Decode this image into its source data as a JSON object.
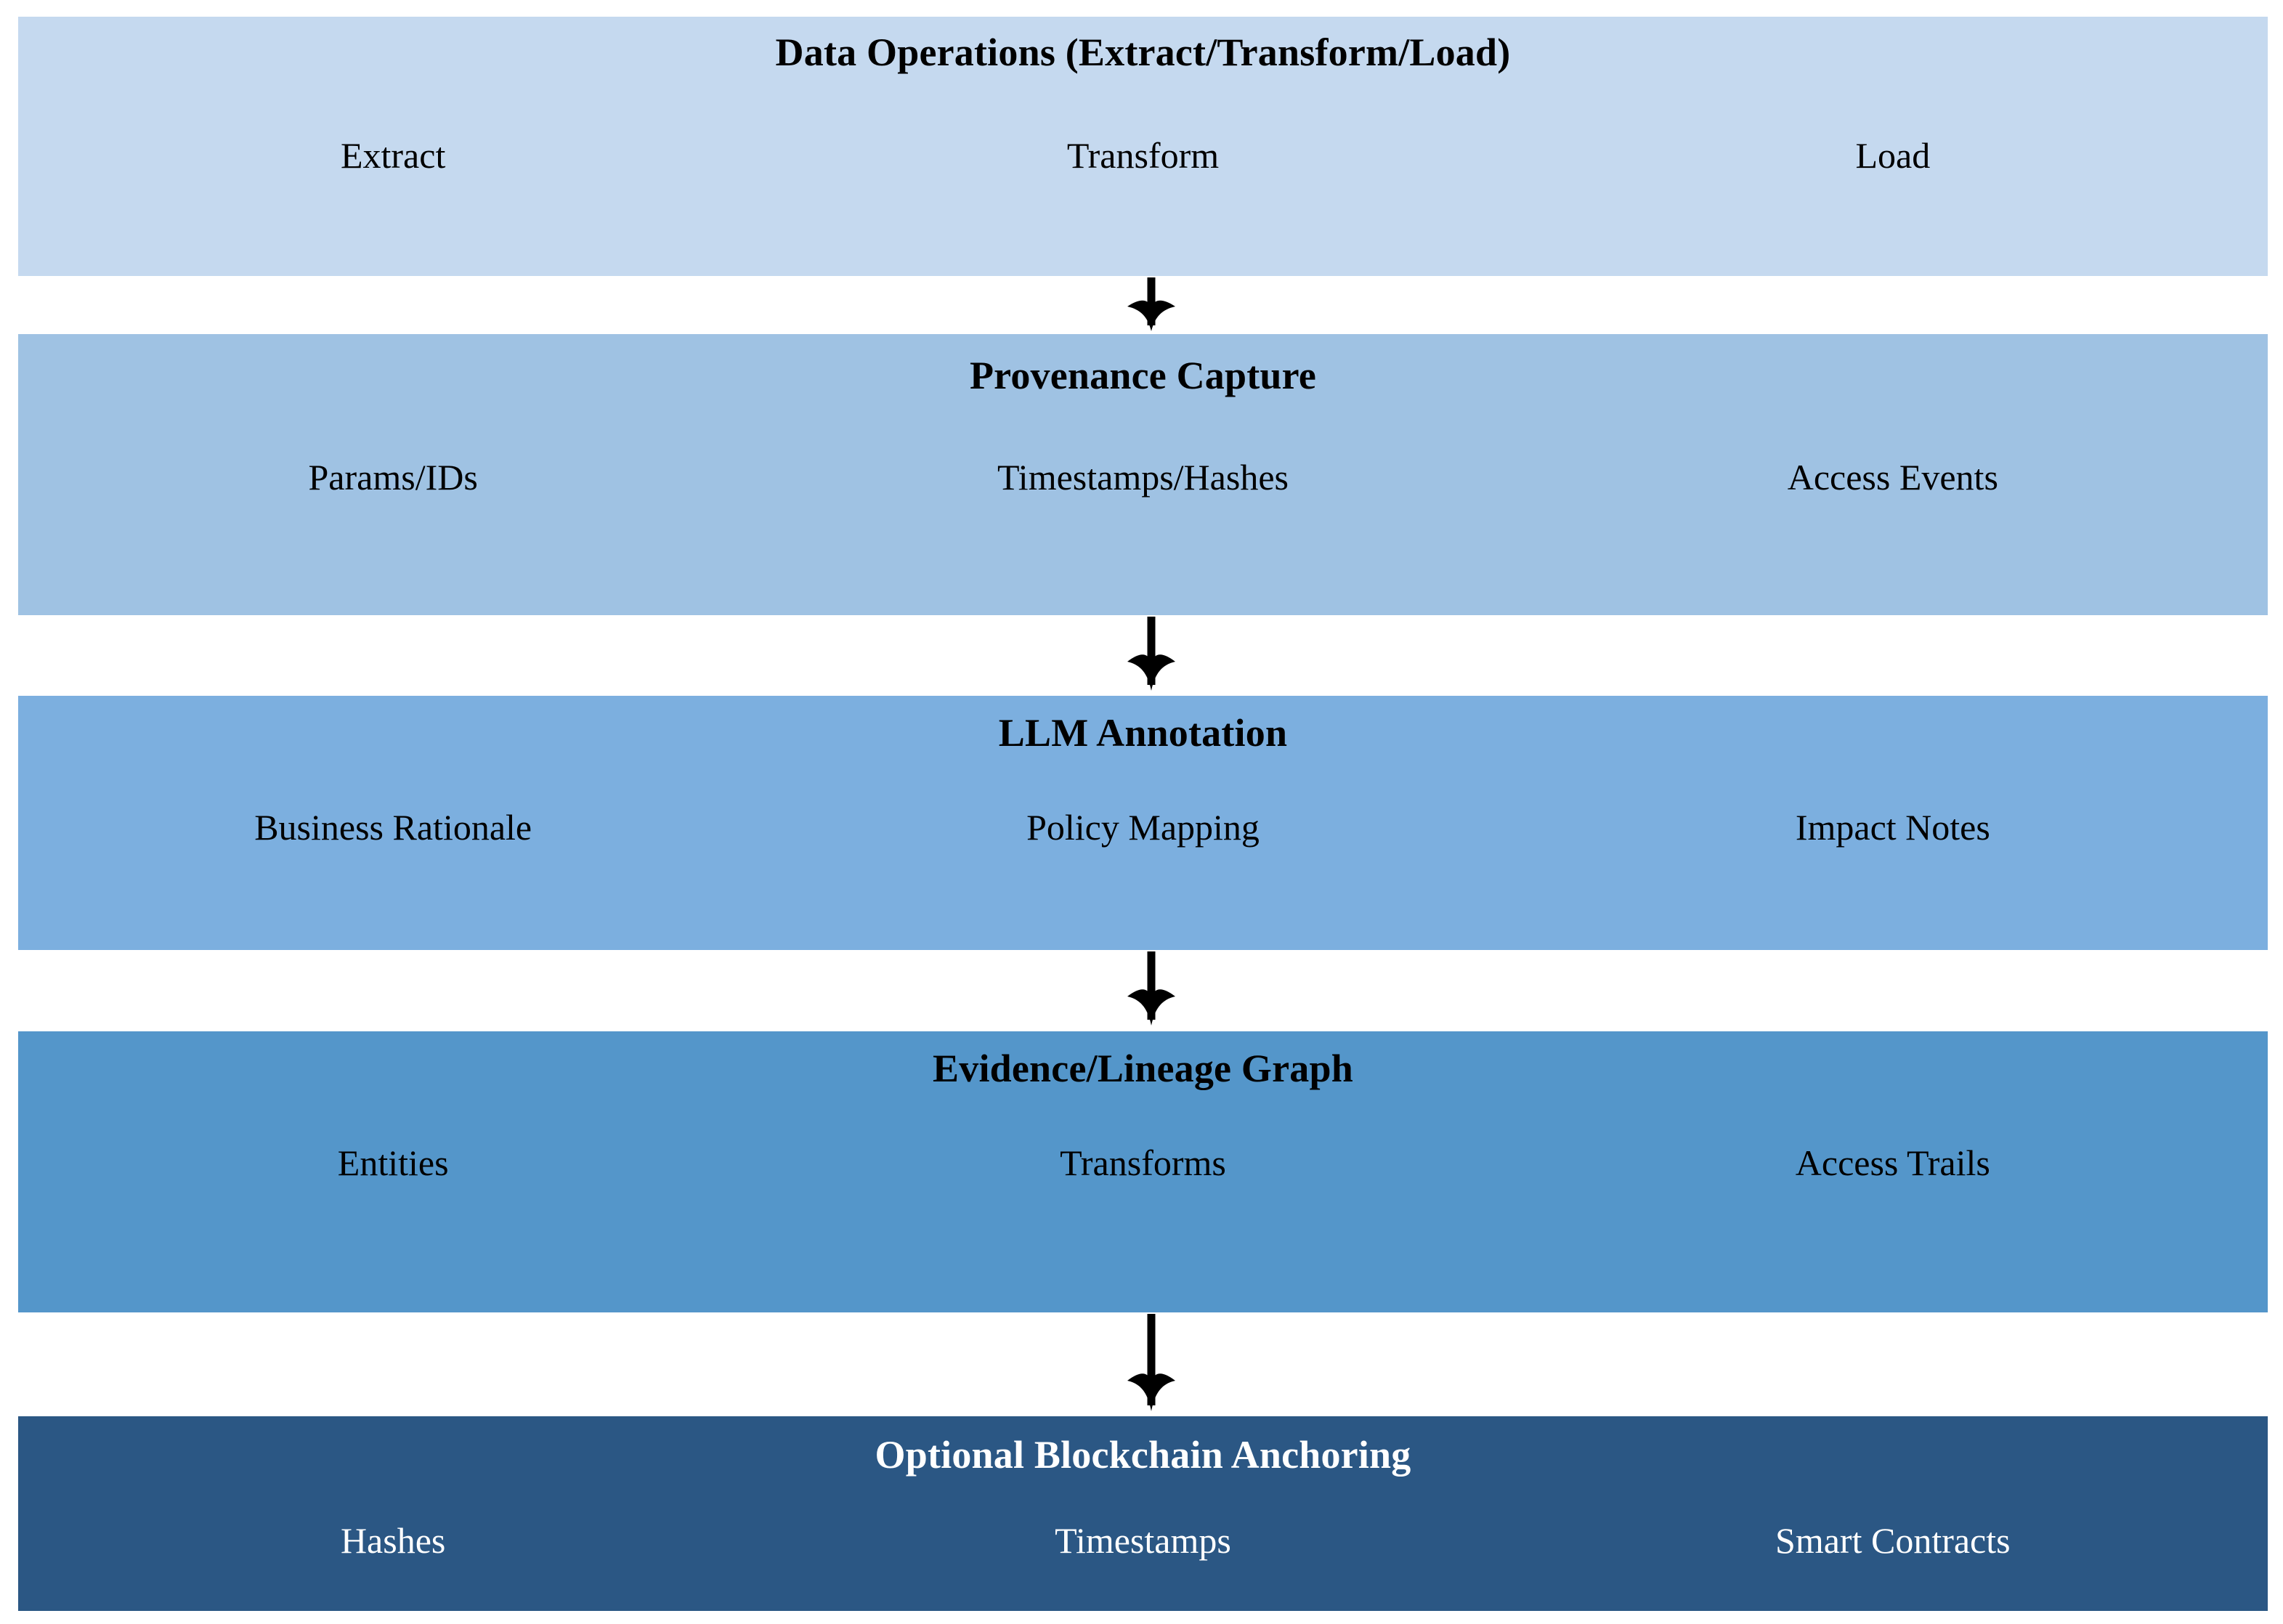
{
  "diagram": {
    "type": "flow-stack",
    "orientation": "top-to-bottom",
    "layers": [
      {
        "id": "data-operations",
        "title": "Data Operations (Extract/Transform/Load)",
        "items": [
          "Extract",
          "Transform",
          "Load"
        ],
        "fill": "#c5d9ef",
        "text_color": "#000000"
      },
      {
        "id": "provenance-capture",
        "title": "Provenance Capture",
        "items": [
          "Params/IDs",
          "Timestamps/Hashes",
          "Access Events"
        ],
        "fill": "#9fc2e3",
        "text_color": "#000000"
      },
      {
        "id": "llm-annotation",
        "title": "LLM Annotation",
        "items": [
          "Business Rationale",
          "Policy Mapping",
          "Impact Notes"
        ],
        "fill": "#7cafdf",
        "text_color": "#000000"
      },
      {
        "id": "evidence-lineage-graph",
        "title": "Evidence/Lineage Graph",
        "items": [
          "Entities",
          "Transforms",
          "Access Trails"
        ],
        "fill": "#5496ca",
        "text_color": "#000000"
      },
      {
        "id": "blockchain-anchoring",
        "title": "Optional Blockchain Anchoring",
        "items": [
          "Hashes",
          "Timestamps",
          "Smart Contracts"
        ],
        "fill": "#2b5784",
        "text_color": "#ffffff"
      }
    ],
    "connectors": [
      {
        "id": "arrow-1",
        "from": "data-operations",
        "to": "provenance-capture",
        "glyph": "down-arrow",
        "color": "#000000"
      },
      {
        "id": "arrow-2",
        "from": "provenance-capture",
        "to": "llm-annotation",
        "glyph": "down-arrow",
        "color": "#000000"
      },
      {
        "id": "arrow-3",
        "from": "llm-annotation",
        "to": "evidence-lineage-graph",
        "glyph": "down-arrow",
        "color": "#000000"
      },
      {
        "id": "arrow-4",
        "from": "evidence-lineage-graph",
        "to": "blockchain-anchoring",
        "glyph": "down-arrow",
        "color": "#000000"
      }
    ],
    "background": "#ffffff"
  }
}
